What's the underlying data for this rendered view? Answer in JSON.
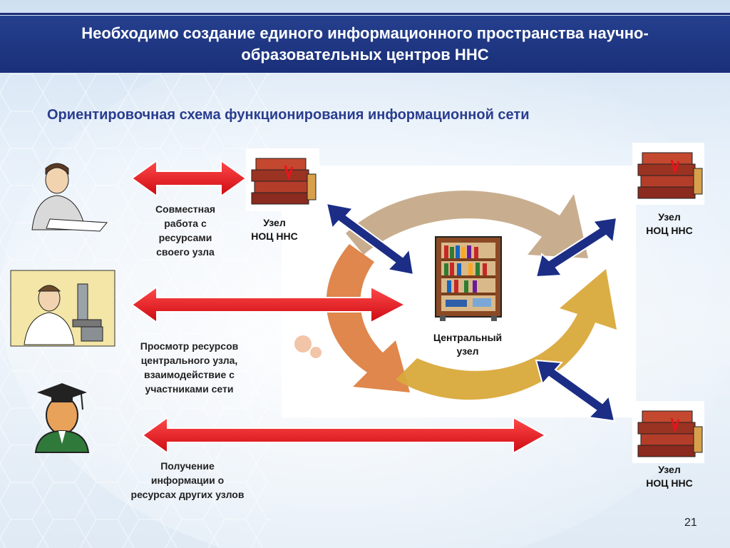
{
  "title": {
    "line1": "Необходимо создание единого информационного пространства научно-",
    "line2": "образовательных центров ННС"
  },
  "subtitle": "Ориентировочная схема функционирования информационной сети",
  "actions": [
    {
      "lines": [
        "Совместная",
        "работа с",
        "ресурсами",
        "своего узла"
      ],
      "role": "woman-reading-icon"
    },
    {
      "lines": [
        "Просмотр ресурсов",
        "центрального узла,",
        "взаимодействие с",
        "участниками сети"
      ],
      "role": "scientist-microscope-icon"
    },
    {
      "lines": [
        "Получение",
        "информации о",
        "ресурсах других узлов"
      ],
      "role": "graduate-icon"
    }
  ],
  "nodes": {
    "local": {
      "lines": [
        "Узел",
        "НОЦ ННС"
      ]
    },
    "right_top": {
      "lines": [
        "Узел",
        "НОЦ ННС"
      ]
    },
    "right_bottom": {
      "lines": [
        "Узел",
        "НОЦ ННС"
      ]
    },
    "central": {
      "lines": [
        "Центральный",
        "узел"
      ]
    }
  },
  "colors": {
    "title_bg": "#1f388a",
    "red_arrow": "#e8131b",
    "blue_arrow": "#1c2d86",
    "cycle_orange": "#dc7a3a",
    "cycle_yellow": "#d9a93b",
    "cycle_tan": "#c2a583"
  },
  "page_number": "21"
}
